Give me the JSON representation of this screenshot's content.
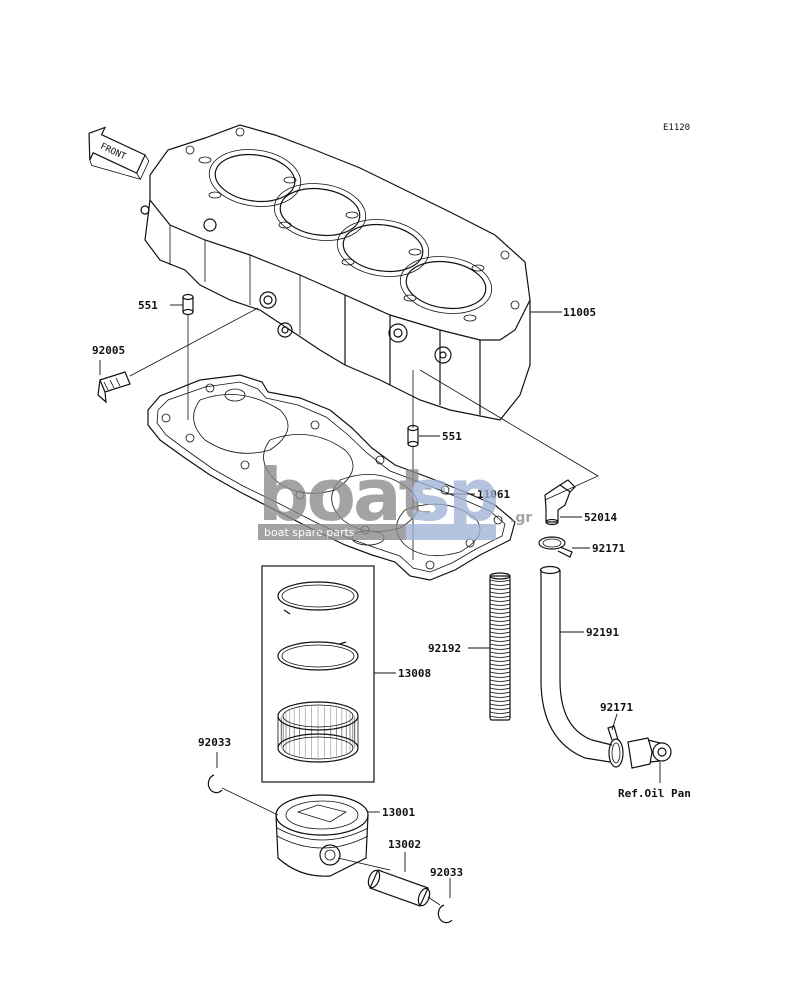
{
  "diagram": {
    "code": "E1120",
    "front_label": "FRONT",
    "parts": {
      "cylinder": "11005",
      "dowel_top": "551",
      "dowel_bottom": "551",
      "stud": "92005",
      "gasket": "11061",
      "elbow": "52014",
      "clamp_top": "92171",
      "hose": "92191",
      "clamp_bottom": "92171",
      "breather_hose": "92192",
      "ring_set": "13008",
      "circlip_left": "92033",
      "piston": "13001",
      "pin": "13002",
      "circlip_right": "92033"
    },
    "ref_note": "Ref.Oil Pan"
  },
  "watermark": {
    "brand_left": "boat",
    "brand_right": "sp",
    "suffix": ".gr",
    "tagline": "boat spare parts",
    "colors": {
      "grey": "#8a8a8a",
      "blue": "#9fb3d6"
    }
  }
}
